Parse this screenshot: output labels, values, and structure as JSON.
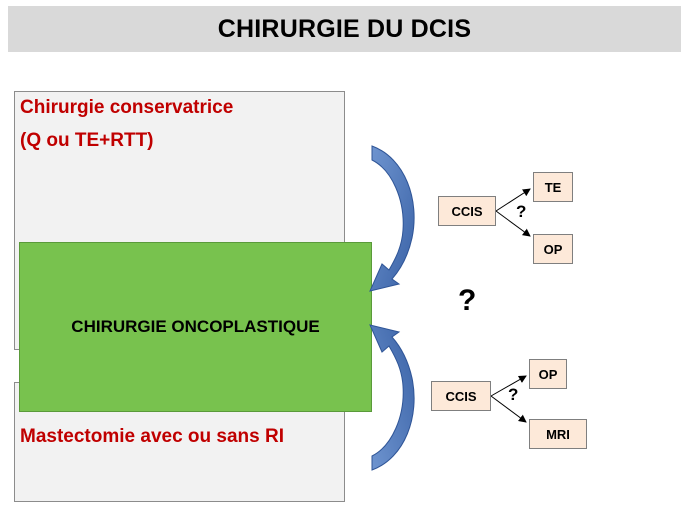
{
  "title": "CHIRURGIE DU DCIS",
  "top_panel": {
    "line1": "Chirurgie conservatrice",
    "line2": "(Q ou TE+RTT)"
  },
  "center_box": {
    "label": "CHIRURGIE ONCOPLASTIQUE"
  },
  "bottom_panel": {
    "label": "Mastectomie avec ou sans RI"
  },
  "tree_top": {
    "root": "CCIS",
    "question": "?",
    "branch_a": "TE",
    "branch_b": "OP"
  },
  "tree_bottom": {
    "root": "CCIS",
    "question": "?",
    "branch_a": "OP",
    "branch_b": "MRI"
  },
  "center_question": "?",
  "colors": {
    "title_bg": "#d9d9d9",
    "panel_bg": "#f2f2f2",
    "red_text": "#c00000",
    "green_box": "#78c24e",
    "node_bg": "#fde9d9",
    "arrow_blue": "#4a74b5"
  },
  "icons": [
    "curved-arrow-down-icon",
    "curved-arrow-up-icon",
    "branch-arrow-icon"
  ]
}
